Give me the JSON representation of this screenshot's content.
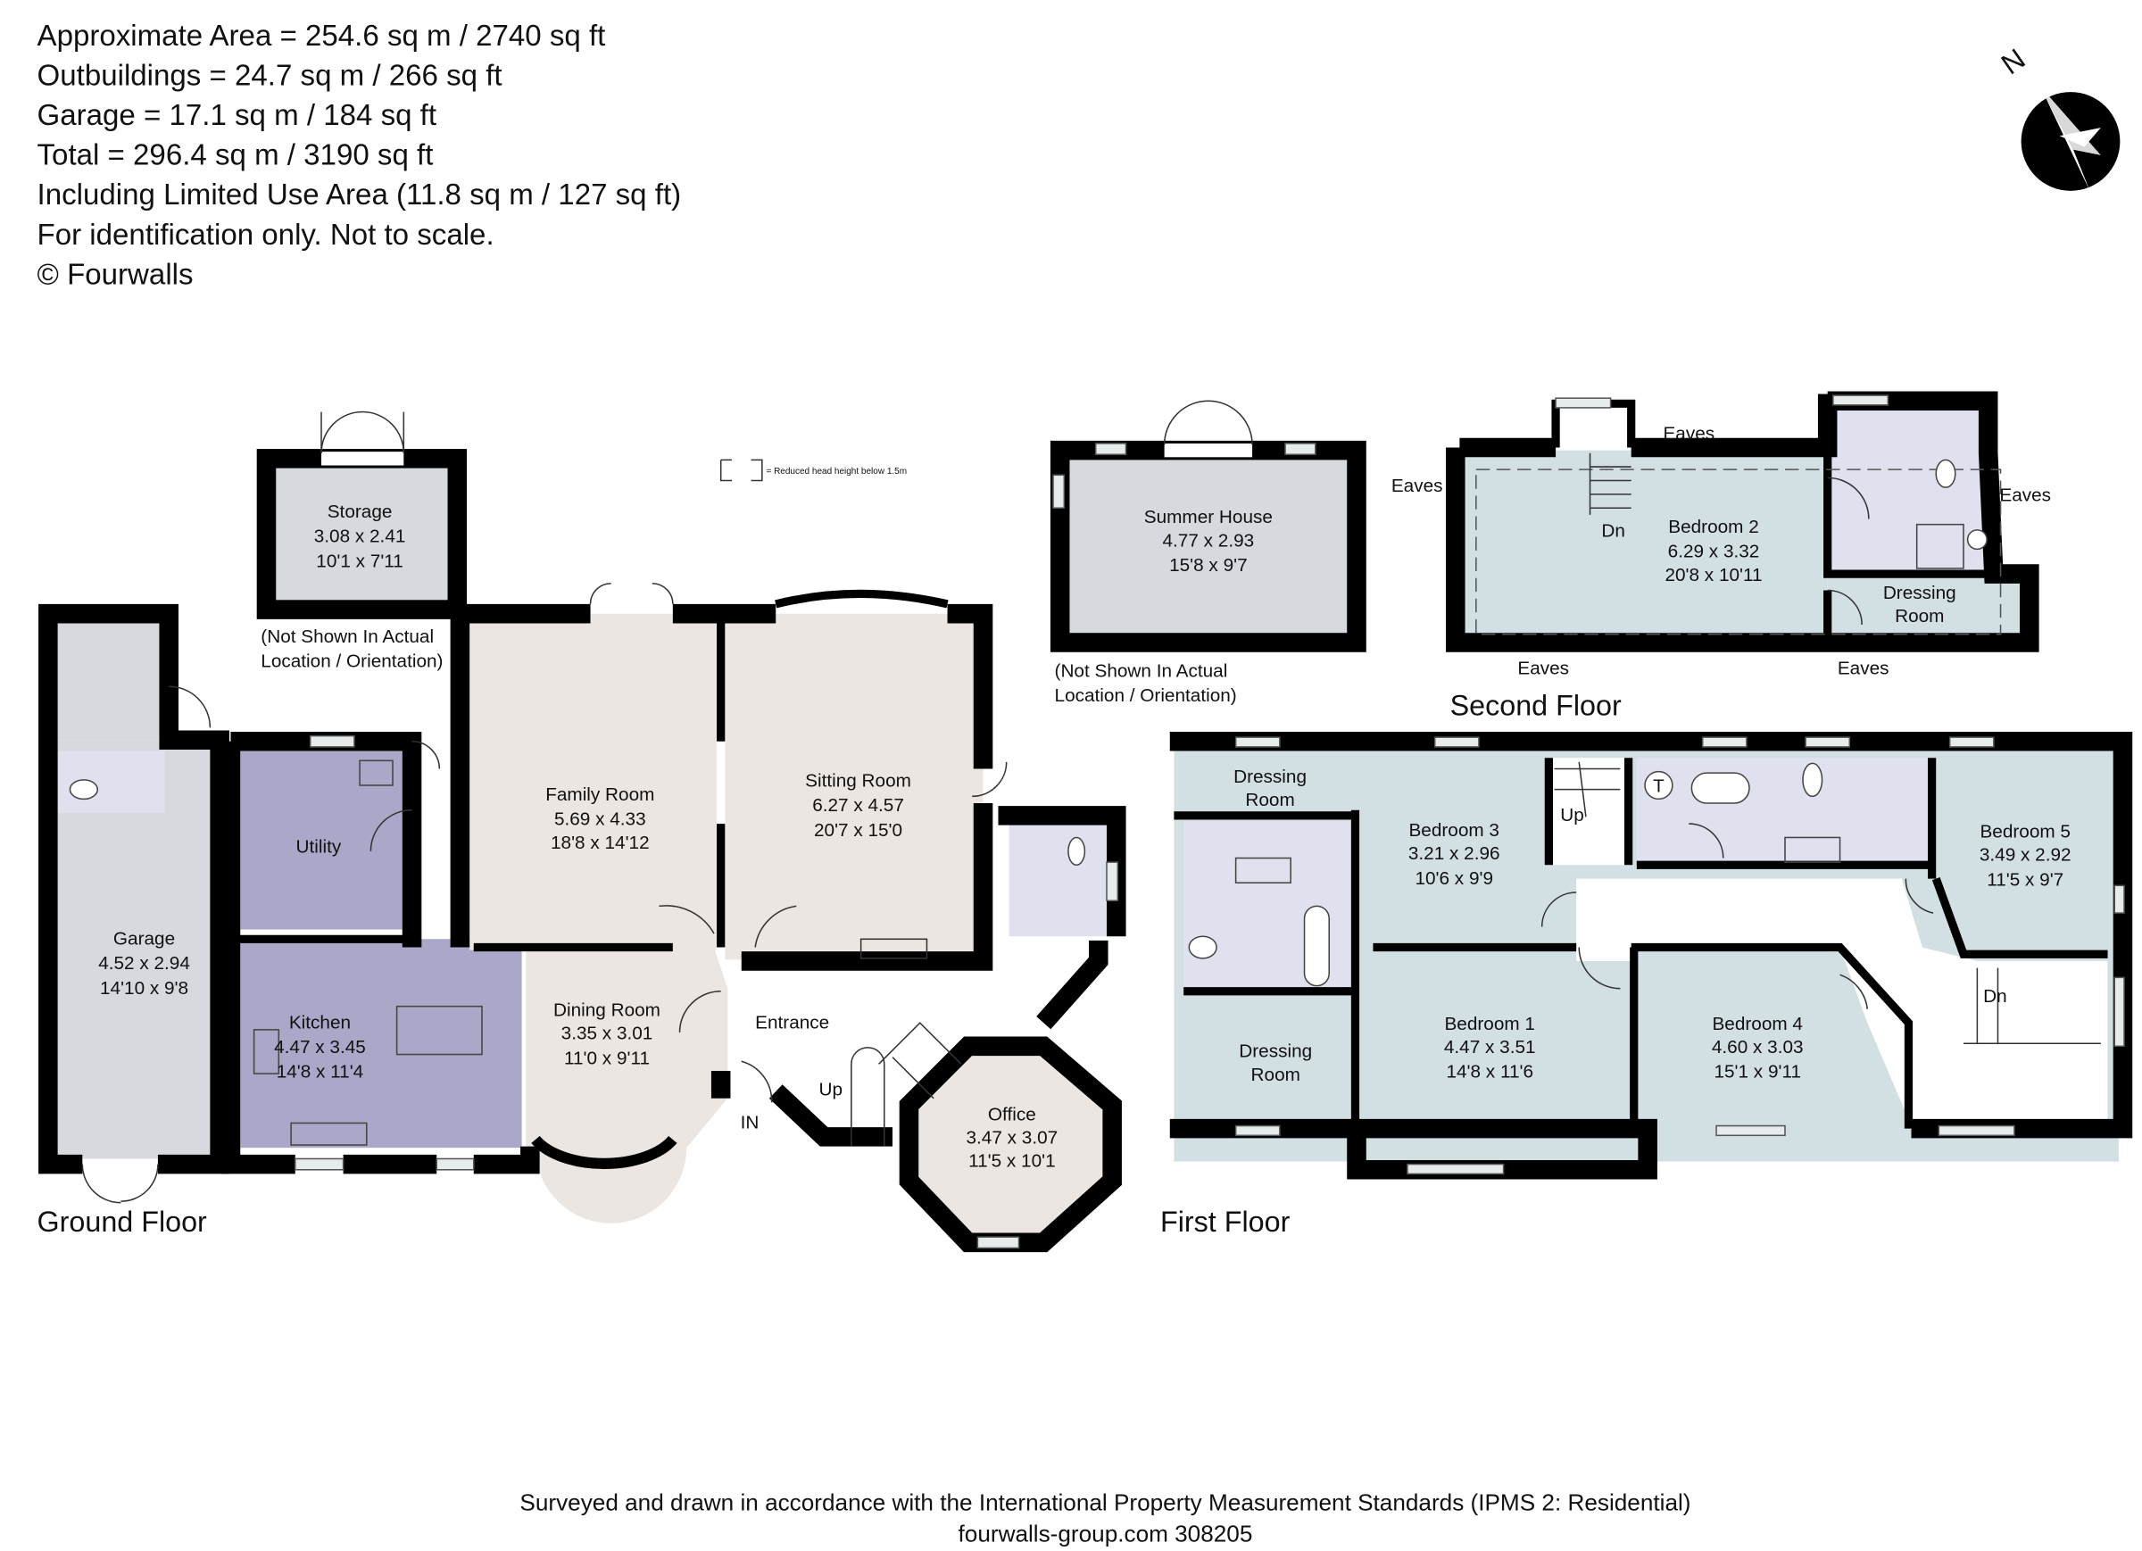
{
  "header": {
    "lines": [
      "Approximate Area = 254.6 sq m / 2740 sq ft",
      "Outbuildings = 24.7 sq m / 266 sq ft",
      "Garage = 17.1 sq m / 184 sq ft",
      "Total = 296.4 sq m / 3190 sq ft",
      "Including Limited Use Area (11.8 sq m / 127 sq ft)",
      "For identification only. Not to scale.",
      "© Fourwalls"
    ]
  },
  "compass": {
    "label": "N",
    "icon": "north-arrow-icon"
  },
  "legend": {
    "text": "= Reduced head height below 1.5m"
  },
  "colors": {
    "walls": "#000000",
    "ground_rooms": "#ece6e2",
    "utility_kitchen": "#a9a8c8",
    "garage_outbuildings": "#d6d9dd",
    "first_second_rooms": "#d3e0e3",
    "bathrooms": "#dfe1ee"
  },
  "outbuildings": {
    "storage": {
      "name": "Storage",
      "metric": "3.08 x 2.41",
      "imperial": "10'1 x 7'11"
    },
    "summer_house": {
      "name": "Summer House",
      "metric": "4.77 x 2.93",
      "imperial": "15'8 x 9'7"
    },
    "note_line1": "(Not Shown In Actual",
    "note_line2": "Location / Orientation)"
  },
  "ground_floor": {
    "title": "Ground Floor",
    "garage": {
      "name": "Garage",
      "metric": "4.52 x 2.94",
      "imperial": "14'10 x 9'8"
    },
    "utility": {
      "name": "Utility"
    },
    "kitchen": {
      "name": "Kitchen",
      "metric": "4.47 x 3.45",
      "imperial": "14'8 x 11'4"
    },
    "family_room": {
      "name": "Family Room",
      "metric": "5.69 x 4.33",
      "imperial": "18'8 x 14'12"
    },
    "sitting_room": {
      "name": "Sitting Room",
      "metric": "6.27 x 4.57",
      "imperial": "20'7 x 15'0"
    },
    "dining_room": {
      "name": "Dining Room",
      "metric": "3.35 x 3.01",
      "imperial": "11'0 x 9'11"
    },
    "entrance": {
      "name": "Entrance"
    },
    "office": {
      "name": "Office",
      "metric": "3.47 x 3.07",
      "imperial": "11'5 x 10'1"
    },
    "up": "Up",
    "in": "IN"
  },
  "second_floor": {
    "title": "Second Floor",
    "bedroom2": {
      "name": "Bedroom 2",
      "metric": "6.29 x 3.32",
      "imperial": "20'8 x 10'11"
    },
    "dressing_line1": "Dressing",
    "dressing_line2": "Room",
    "eaves": "Eaves",
    "dn": "Dn"
  },
  "first_floor": {
    "title": "First Floor",
    "dressing_line1": "Dressing",
    "dressing_line2": "Room",
    "bedroom1": {
      "name": "Bedroom 1",
      "metric": "4.47 x 3.51",
      "imperial": "14'8 x 11'6"
    },
    "bedroom3": {
      "name": "Bedroom 3",
      "metric": "3.21 x 2.96",
      "imperial": "10'6 x 9'9"
    },
    "bedroom4": {
      "name": "Bedroom 4",
      "metric": "4.60 x 3.03",
      "imperial": "15'1 x 9'11"
    },
    "bedroom5": {
      "name": "Bedroom 5",
      "metric": "3.49 x 2.92",
      "imperial": "11'5 x 9'7"
    },
    "up": "Up",
    "dn": "Dn",
    "tank": "T"
  },
  "footer": {
    "line1": "Surveyed and drawn in accordance with the International Property Measurement Standards (IPMS 2: Residential)",
    "line2": "fourwalls-group.com 308205"
  }
}
